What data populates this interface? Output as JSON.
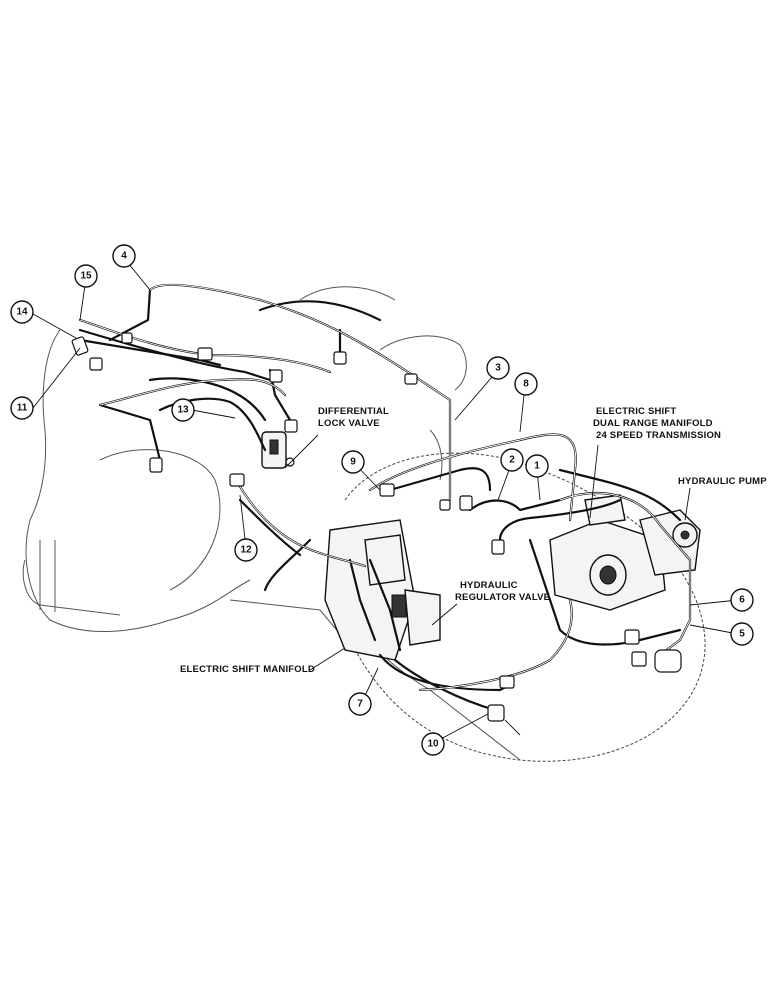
{
  "labels": {
    "differential_lock_valve": [
      "DIFFERENTIAL",
      "LOCK VALVE"
    ],
    "electric_shift_dual_range": [
      "ELECTRIC SHIFT",
      "DUAL RANGE MANIFOLD",
      "24 SPEED TRANSMISSION"
    ],
    "hydraulic_pump": "HYDRAULIC PUMP",
    "hydraulic_regulator_valve": [
      "HYDRAULIC",
      "REGULATOR VALVE"
    ],
    "electric_shift_manifold": "ELECTRIC SHIFT MANIFOLD"
  },
  "callouts": [
    "1",
    "2",
    "3",
    "4",
    "5",
    "6",
    "7",
    "8",
    "9",
    "10",
    "11",
    "12",
    "13",
    "14",
    "15"
  ]
}
